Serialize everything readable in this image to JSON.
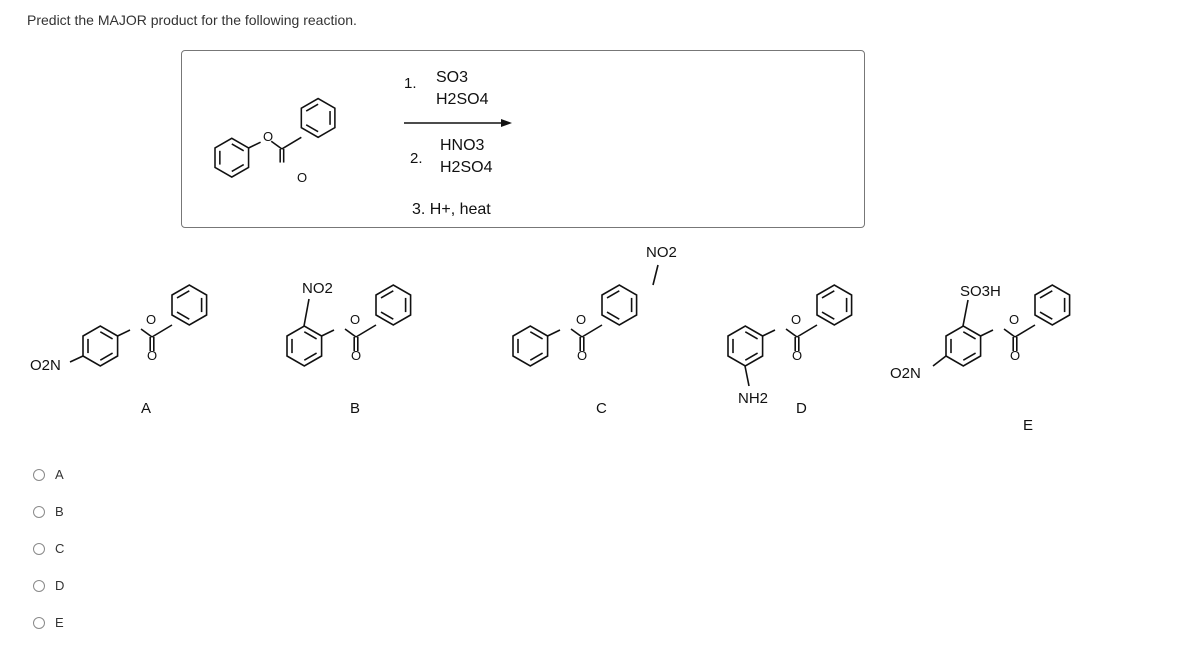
{
  "question": "Predict the MAJOR product for the following reaction.",
  "reaction": {
    "step1_number": "1.",
    "step1_reagent_a": "SO3",
    "step1_reagent_b": "H2SO4",
    "step2_number": "2.",
    "step2_reagent_a": "HNO3",
    "step2_reagent_b": "H2SO4",
    "step3": "3. H+, heat"
  },
  "structure_labels": {
    "oxygen": "O",
    "nitro": "NO2",
    "nitro_left": "O2N",
    "amino": "NH2",
    "sulfonic": "SO3H"
  },
  "choices": [
    {
      "letter": "A"
    },
    {
      "letter": "B"
    },
    {
      "letter": "C"
    },
    {
      "letter": "D"
    },
    {
      "letter": "E"
    }
  ]
}
